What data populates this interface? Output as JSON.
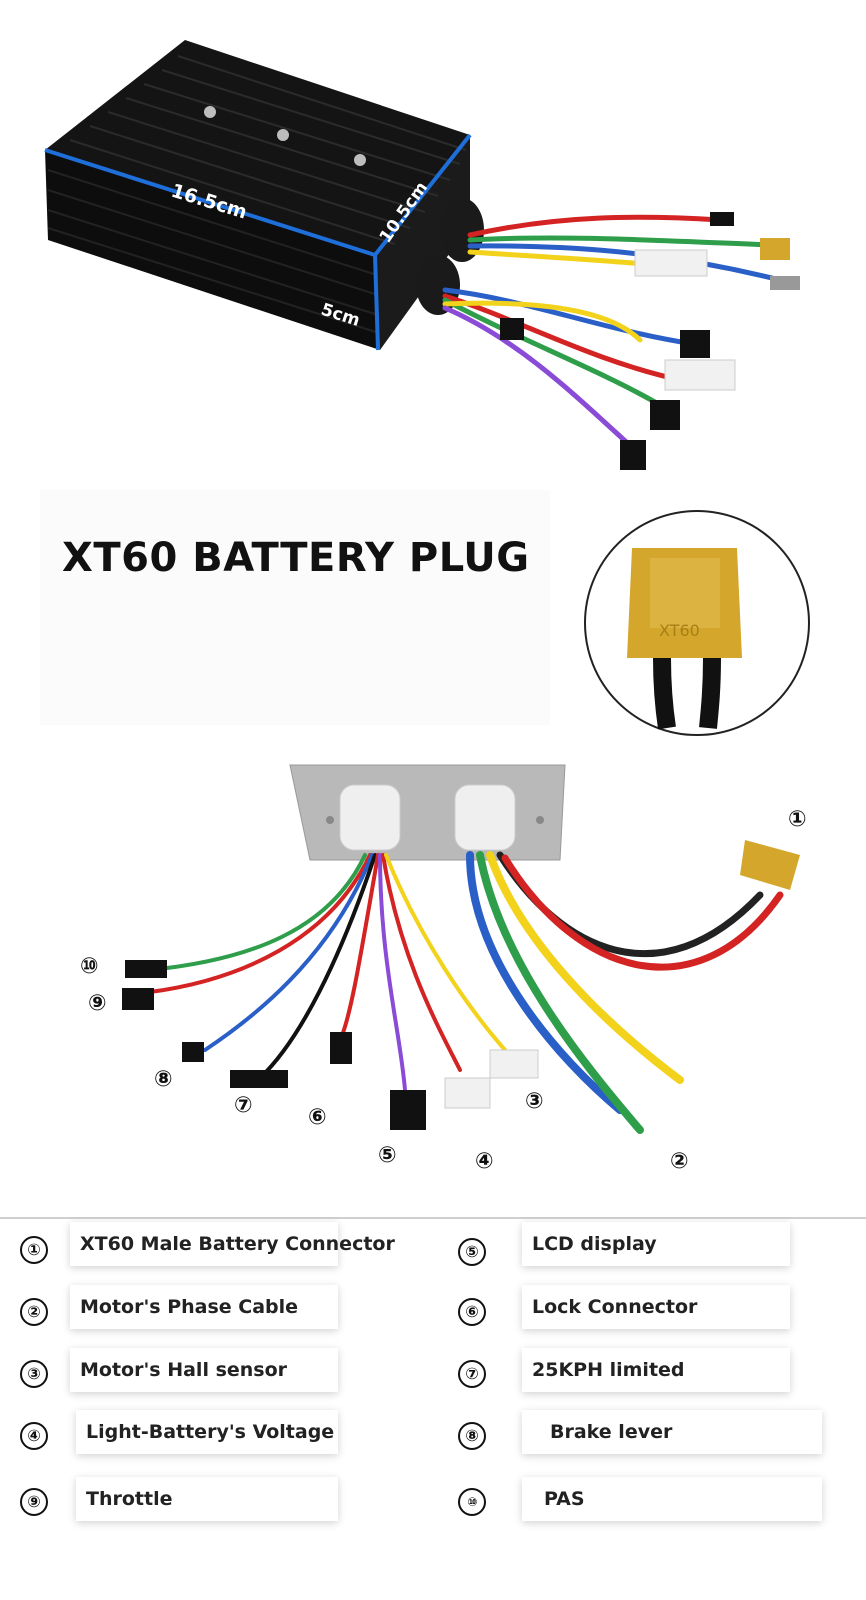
{
  "product": {
    "dimensions": {
      "length": "16.5cm",
      "width": "10.5cm",
      "height": "5cm"
    }
  },
  "xt60": {
    "title": "XT60 BATTERY PLUG",
    "plug_marking": "XT60",
    "plug_color": "#d4a72c"
  },
  "wiring": {
    "callouts": [
      "①",
      "②",
      "③",
      "④",
      "⑤",
      "⑥",
      "⑦",
      "⑧",
      "⑨",
      "⑩"
    ]
  },
  "legend": {
    "left": [
      {
        "num": "①",
        "label": "XT60 Male Battery Connector"
      },
      {
        "num": "②",
        "label": "Motor's Phase Cable"
      },
      {
        "num": "③",
        "label": "Motor's Hall sensor"
      },
      {
        "num": "④",
        "label": "Light-Battery's Voltage"
      },
      {
        "num": "⑨",
        "label": "Throttle"
      }
    ],
    "right": [
      {
        "num": "⑤",
        "label": "LCD display"
      },
      {
        "num": "⑥",
        "label": "Lock Connector"
      },
      {
        "num": "⑦",
        "label": "25KPH limited"
      },
      {
        "num": "⑧",
        "label": "Brake lever"
      },
      {
        "num": "⑩",
        "label": "PAS"
      }
    ]
  },
  "colors": {
    "accent_blue": "#1e6fd9",
    "phase_yellow": "#f2d21a",
    "phase_green": "#2e9e4a",
    "phase_blue": "#2a5fc8",
    "wire_red": "#d42323"
  }
}
